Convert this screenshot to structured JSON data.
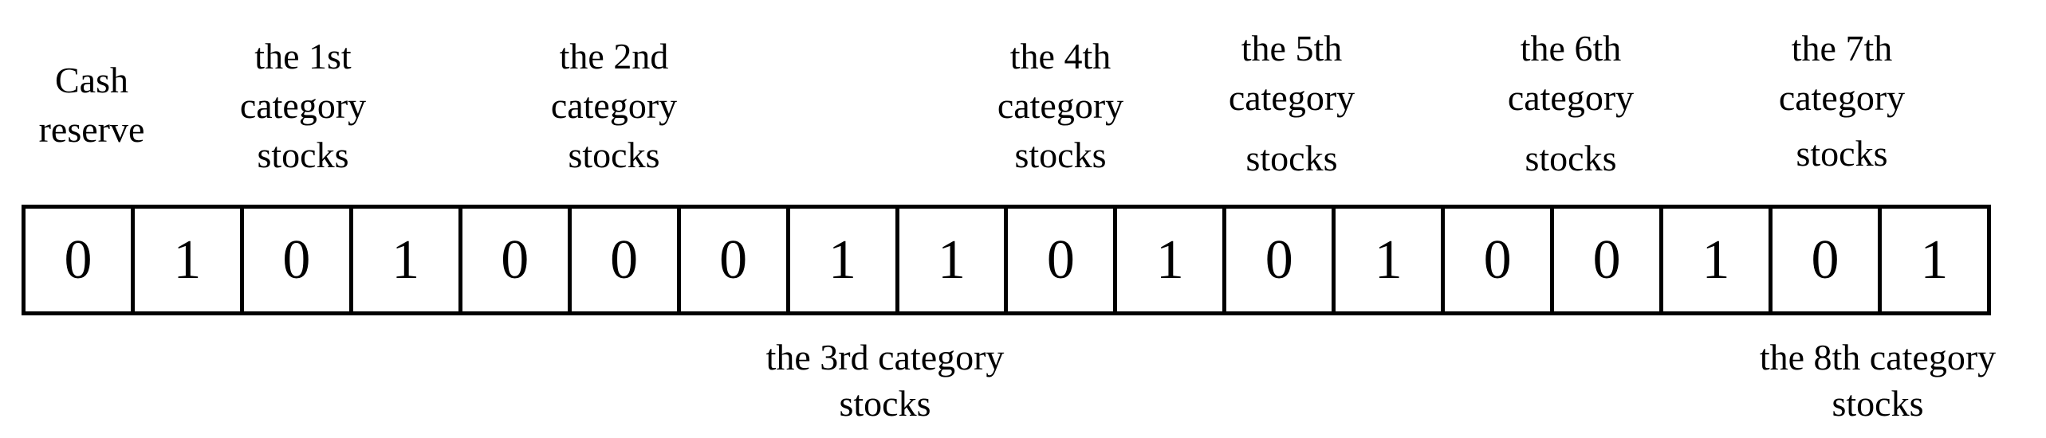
{
  "groups_top": [
    {
      "name": "cash-reserve",
      "lines": [
        "Cash",
        "reserve"
      ]
    },
    {
      "name": "category-1",
      "lines": [
        "the 1st",
        "category",
        "stocks"
      ]
    },
    {
      "name": "category-2",
      "lines": [
        "the 2nd",
        "category",
        "stocks"
      ]
    },
    {
      "name": "category-4",
      "lines": [
        "the 4th",
        "category",
        "stocks"
      ]
    },
    {
      "name": "category-5",
      "lines": [
        "the 5th",
        "category",
        "stocks"
      ]
    },
    {
      "name": "category-6",
      "lines": [
        "the 6th",
        "category",
        "stocks"
      ]
    },
    {
      "name": "category-7",
      "lines": [
        "the 7th",
        "category",
        "stocks"
      ]
    }
  ],
  "groups_bottom": [
    {
      "name": "category-3",
      "lines": [
        "the 3rd category",
        "stocks"
      ]
    },
    {
      "name": "category-8",
      "lines": [
        "the 8th category",
        "stocks"
      ]
    }
  ],
  "bits": [
    "0",
    "1",
    "0",
    "1",
    "0",
    "0",
    "0",
    "1",
    "1",
    "0",
    "1",
    "0",
    "1",
    "0",
    "0",
    "1",
    "0",
    "1"
  ]
}
